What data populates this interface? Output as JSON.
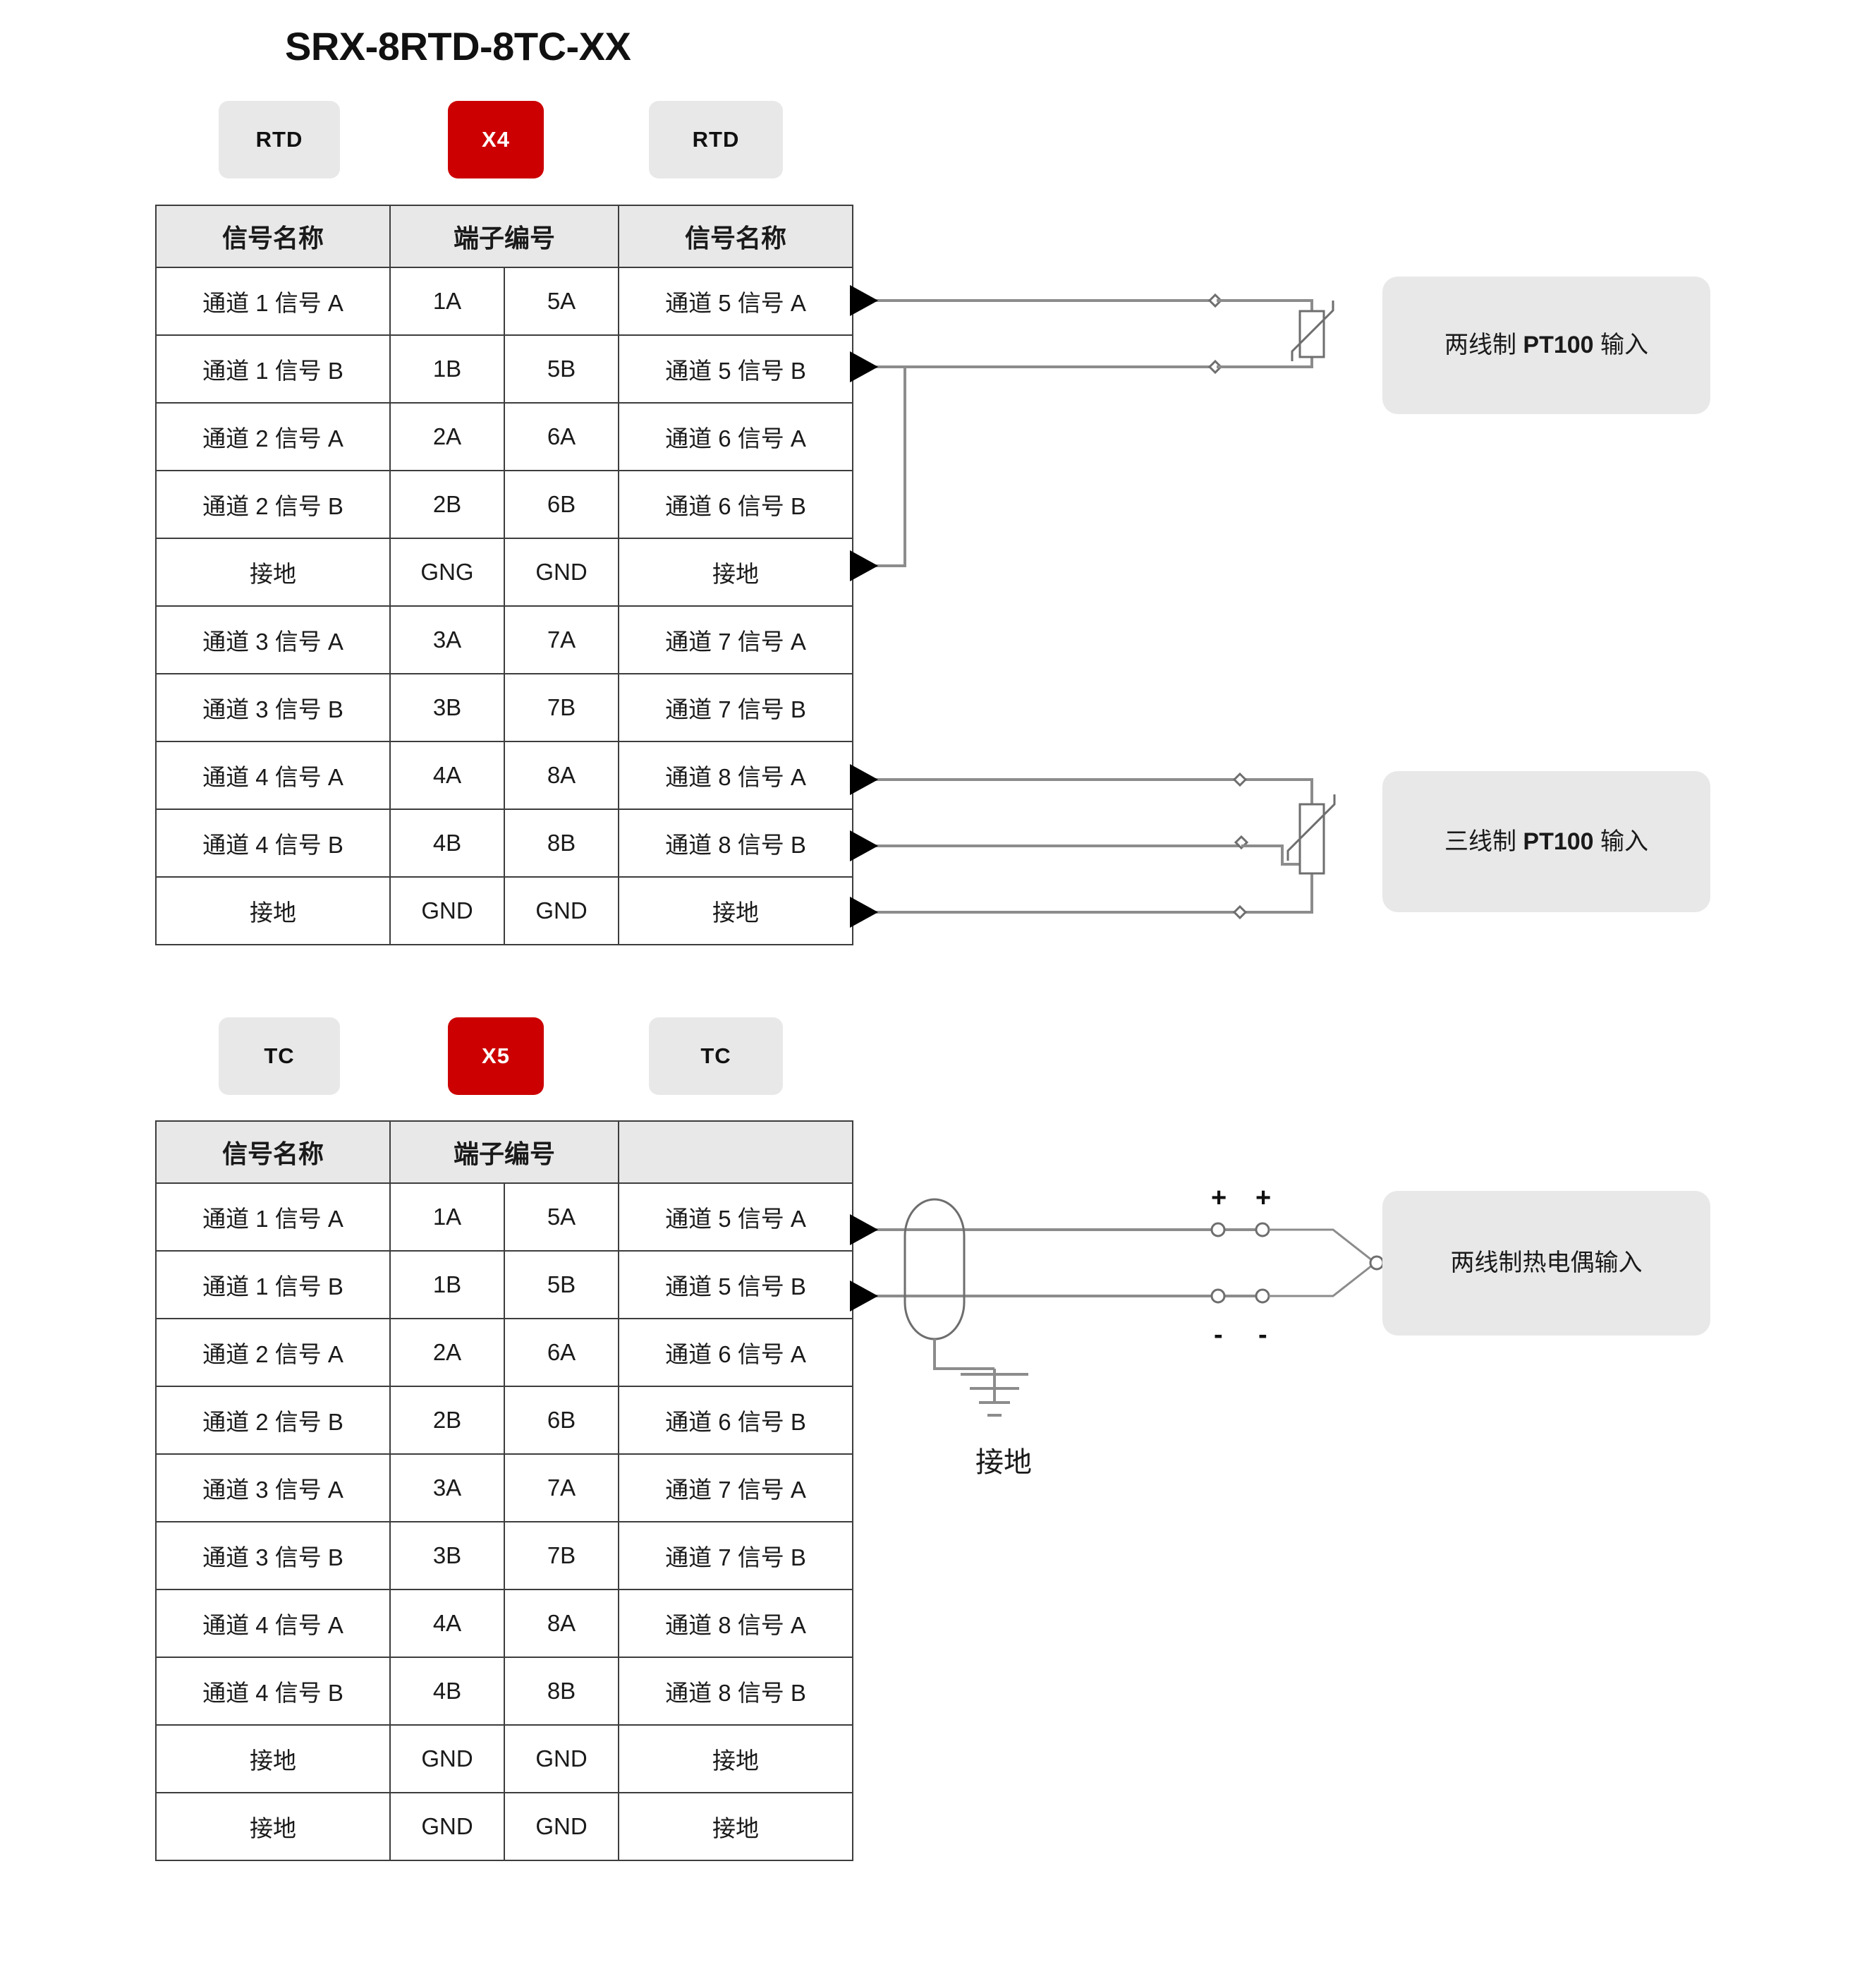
{
  "title": "SRX-8RTD-8TC-XX",
  "section_rtd": {
    "badges": [
      {
        "label": "RTD",
        "style": "gray"
      },
      {
        "label": "X4",
        "style": "red"
      },
      {
        "label": "RTD",
        "style": "gray"
      }
    ],
    "headers": [
      "信号名称",
      "端子编号",
      "信号名称"
    ],
    "rows": [
      [
        "通道 1 信号 A",
        "1A",
        "5A",
        "通道 5 信号 A"
      ],
      [
        "通道 1 信号 B",
        "1B",
        "5B",
        "通道 5 信号 B"
      ],
      [
        "通道 2 信号 A",
        "2A",
        "6A",
        "通道 6 信号 A"
      ],
      [
        "通道 2 信号 B",
        "2B",
        "6B",
        "通道 6 信号 B"
      ],
      [
        "接地",
        "GNG",
        "GND",
        "接地"
      ],
      [
        "通道 3 信号 A",
        "3A",
        "7A",
        "通道 7 信号 A"
      ],
      [
        "通道 3 信号 B",
        "3B",
        "7B",
        "通道 7 信号 B"
      ],
      [
        "通道 4 信号 A",
        "4A",
        "8A",
        "通道 8 信号 A"
      ],
      [
        "通道 4 信号 B",
        "4B",
        "8B",
        "通道 8 信号 B"
      ],
      [
        "接地",
        "GND",
        "GND",
        "接地"
      ]
    ],
    "callouts": {
      "two_wire": {
        "prefix": "两线制 ",
        "bold": "PT100",
        "suffix": " 输入"
      },
      "three_wire": {
        "prefix": "三线制 ",
        "bold": "PT100",
        "suffix": " 输入"
      }
    }
  },
  "section_tc": {
    "badges": [
      {
        "label": "TC",
        "style": "gray"
      },
      {
        "label": "X5",
        "style": "red"
      },
      {
        "label": "TC",
        "style": "gray"
      }
    ],
    "headers": [
      "信号名称",
      "端子编号",
      ""
    ],
    "rows": [
      [
        "通道 1 信号 A",
        "1A",
        "5A",
        "通道 5 信号 A"
      ],
      [
        "通道 1 信号 B",
        "1B",
        "5B",
        "通道 5 信号 B"
      ],
      [
        "通道 2 信号 A",
        "2A",
        "6A",
        "通道 6 信号 A"
      ],
      [
        "通道 2 信号 B",
        "2B",
        "6B",
        "通道 6 信号 B"
      ],
      [
        "通道 3 信号 A",
        "3A",
        "7A",
        "通道 7 信号 A"
      ],
      [
        "通道 3 信号 B",
        "3B",
        "7B",
        "通道 7 信号 B"
      ],
      [
        "通道 4 信号 A",
        "4A",
        "8A",
        "通道 8 信号 A"
      ],
      [
        "通道 4 信号 B",
        "4B",
        "8B",
        "通道 8 信号 B"
      ],
      [
        "接地",
        "GND",
        "GND",
        "接地"
      ],
      [
        "接地",
        "GND",
        "GND",
        "接地"
      ]
    ],
    "callouts": {
      "thermocouple": "两线制热电偶输入"
    },
    "ground_label": "接地",
    "polarity": {
      "plus": "+",
      "minus": "-"
    }
  },
  "colors": {
    "accent_red": "#cc0000",
    "badge_gray": "#e8e8e8",
    "header_gray": "#e8e8e8",
    "border": "#3d3d3d",
    "wire": "#8c8c8c",
    "text": "#1a1a1a",
    "background": "#ffffff"
  }
}
